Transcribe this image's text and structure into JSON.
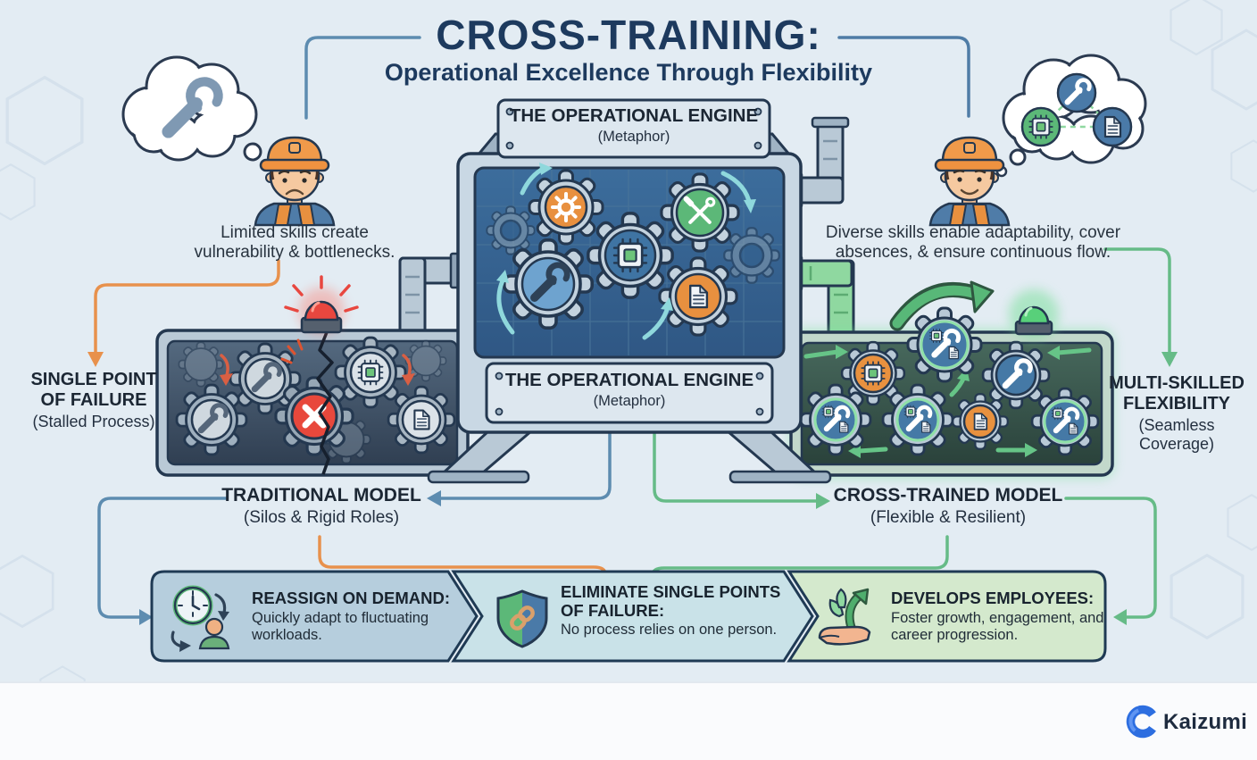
{
  "title": {
    "main": "CROSS-TRAINING:",
    "subtitle": "Operational Excellence Through Flexibility"
  },
  "engine": {
    "plate_title": "THE OPERATIONAL ENGINE",
    "plate_subtitle": "(Metaphor)"
  },
  "left_side": {
    "caption": "Limited skills create vulnerability & bottlenecks.",
    "label_title": "SINGLE POINT OF FAILURE",
    "label_subtitle": "(Stalled Process)",
    "model_title": "TRADITIONAL MODEL",
    "model_subtitle": "(Silos & Rigid Roles)"
  },
  "right_side": {
    "caption": "Diverse skills enable adaptability, cover absences, & ensure continuous flow.",
    "label_title": "MULTI-SKILLED FLEXIBILITY",
    "label_subtitle": "(Seamless Coverage)",
    "model_title": "CROSS-TRAINED MODEL",
    "model_subtitle": "(Flexible & Resilient)"
  },
  "benefits": [
    {
      "icon": "clock-person-cycle-icon",
      "title": "REASSIGN ON DEMAND:",
      "description": "Quickly adapt to fluctuating workloads."
    },
    {
      "icon": "shield-chain-icon",
      "title": "ELIMINATE SINGLE POINTS OF FAILURE:",
      "description": "No process relies on one person."
    },
    {
      "icon": "hand-plant-growth-icon",
      "title": "DEVELOPS EMPLOYEES:",
      "description": "Foster growth, engagement, and career progression."
    }
  ],
  "brand": {
    "name": "Kaizumi"
  },
  "icons": {
    "left_thought": "wrench-icon",
    "right_thought": "wrench-chip-document-icons",
    "engine_gears": [
      "gear-icon",
      "wrench-icon",
      "chip-icon",
      "document-icon",
      "crossed-tools-icon"
    ],
    "left_panel_alert": "red-siren-icon",
    "right_panel_alert": "green-siren-icon"
  },
  "colors": {
    "background": "#e3ecf3",
    "navy_outline": "#243850",
    "title_navy": "#1d3a5e",
    "steel_blue": "#5d8cb0",
    "orange": "#e8914c",
    "green": "#5cb878",
    "teal_arrow": "#8fd8dc",
    "alert_red": "#e8483c",
    "banner_blue": "#b6cedd",
    "banner_teal": "#c9e2e8",
    "banner_green": "#d4e9cd",
    "logo_blue": "#2d6ee0"
  }
}
